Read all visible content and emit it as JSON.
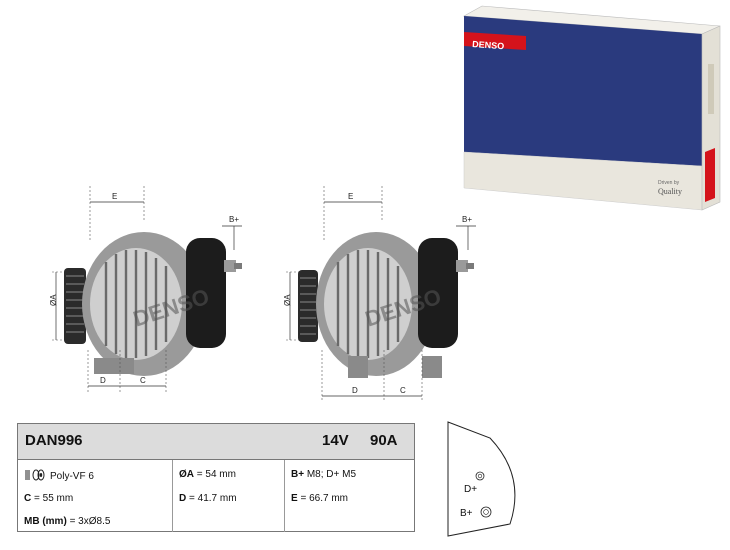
{
  "box": {
    "brand": "DENSO",
    "tagline_top": "Driven by",
    "tagline_bottom": "Quality",
    "colors": {
      "blue": "#2a3a7e",
      "red": "#d4131b",
      "side": "#e9e6dd"
    }
  },
  "drawing": {
    "labels": {
      "e": "E",
      "bplus": "B+",
      "oa": "ØA",
      "d": "D",
      "c": "C",
      "brand": "DENSO"
    }
  },
  "spec": {
    "part_number": "DAN996",
    "voltage": "14V",
    "amperage": "90A",
    "pulley": "Poly-VF 6",
    "c_label": "C",
    "c_value": "= 55 mm",
    "mb_label": "MB (mm)",
    "mb_value": "= 3xØ8.5",
    "a_label": "ØA",
    "a_value": "= 54 mm",
    "d_label": "D",
    "d_value": "= 41.7 mm",
    "b_label": "B+",
    "b_value": "M8; D+ M5",
    "e_label": "E",
    "e_value": "= 66.7 mm"
  },
  "connector": {
    "dplus": "D+",
    "bplus": "B+"
  }
}
